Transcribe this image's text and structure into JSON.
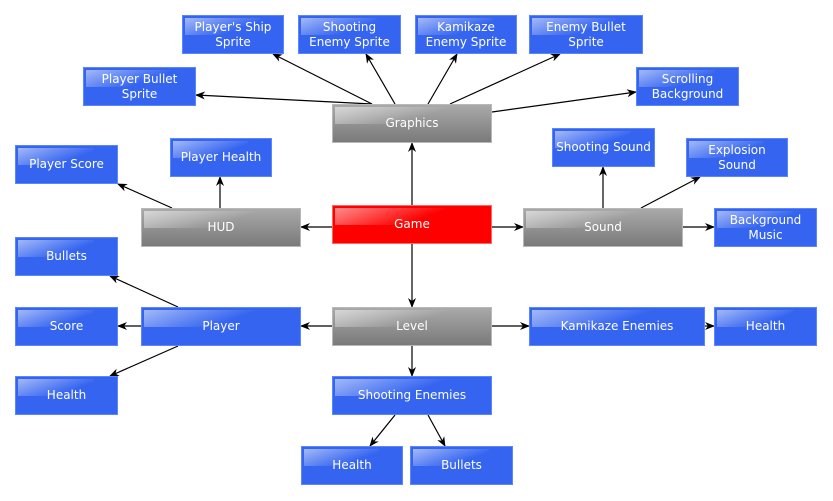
{
  "colors": {
    "blue": "#3464f0",
    "gray": "#8c8c8c",
    "red": "#ff0000",
    "edge": "#000000"
  },
  "nodes": [
    {
      "id": "game",
      "label": "Game",
      "color": "red"
    },
    {
      "id": "graphics",
      "label": "Graphics",
      "color": "gray"
    },
    {
      "id": "ship",
      "label": "Player's Ship Sprite",
      "color": "blue"
    },
    {
      "id": "shootspr",
      "label": "Shooting Enemy Sprite",
      "color": "blue"
    },
    {
      "id": "kamispr",
      "label": "Kamikaze Enemy Sprite",
      "color": "blue"
    },
    {
      "id": "ebullet",
      "label": "Enemy Bullet Sprite",
      "color": "blue"
    },
    {
      "id": "pbullet",
      "label": "Player Bullet Sprite",
      "color": "blue"
    },
    {
      "id": "scroll",
      "label": "Scrolling Background",
      "color": "blue"
    },
    {
      "id": "hud",
      "label": "HUD",
      "color": "gray"
    },
    {
      "id": "pscore",
      "label": "Player Score",
      "color": "blue"
    },
    {
      "id": "phealth",
      "label": "Player Health",
      "color": "blue"
    },
    {
      "id": "sound",
      "label": "Sound",
      "color": "gray"
    },
    {
      "id": "ssound",
      "label": "Shooting Sound",
      "color": "blue"
    },
    {
      "id": "esound",
      "label": "Explosion Sound",
      "color": "blue"
    },
    {
      "id": "bgm",
      "label": "Background Music",
      "color": "blue"
    },
    {
      "id": "level",
      "label": "Level",
      "color": "gray"
    },
    {
      "id": "player",
      "label": "Player",
      "color": "blue"
    },
    {
      "id": "plbullets",
      "label": "Bullets",
      "color": "blue"
    },
    {
      "id": "plscore",
      "label": "Score",
      "color": "blue"
    },
    {
      "id": "plhealth",
      "label": "Health",
      "color": "blue"
    },
    {
      "id": "kami",
      "label": "Kamikaze Enemies",
      "color": "blue"
    },
    {
      "id": "kamihealth",
      "label": "Health",
      "color": "blue"
    },
    {
      "id": "shoot",
      "label": "Shooting Enemies",
      "color": "blue"
    },
    {
      "id": "shoothealth",
      "label": "Health",
      "color": "blue"
    },
    {
      "id": "shootbullets",
      "label": "Bullets",
      "color": "blue"
    }
  ],
  "edges": [
    {
      "from": "game",
      "to": "graphics"
    },
    {
      "from": "game",
      "to": "hud"
    },
    {
      "from": "game",
      "to": "sound"
    },
    {
      "from": "game",
      "to": "level"
    },
    {
      "from": "graphics",
      "to": "pbullet"
    },
    {
      "from": "graphics",
      "to": "ship"
    },
    {
      "from": "graphics",
      "to": "shootspr"
    },
    {
      "from": "graphics",
      "to": "kamispr"
    },
    {
      "from": "graphics",
      "to": "ebullet"
    },
    {
      "from": "graphics",
      "to": "scroll"
    },
    {
      "from": "hud",
      "to": "pscore"
    },
    {
      "from": "hud",
      "to": "phealth"
    },
    {
      "from": "sound",
      "to": "ssound"
    },
    {
      "from": "sound",
      "to": "esound"
    },
    {
      "from": "sound",
      "to": "bgm"
    },
    {
      "from": "level",
      "to": "player"
    },
    {
      "from": "level",
      "to": "kami"
    },
    {
      "from": "level",
      "to": "shoot"
    },
    {
      "from": "player",
      "to": "plbullets"
    },
    {
      "from": "player",
      "to": "plscore"
    },
    {
      "from": "player",
      "to": "plhealth"
    },
    {
      "from": "kami",
      "to": "kamihealth"
    },
    {
      "from": "shoot",
      "to": "shoothealth"
    },
    {
      "from": "shoot",
      "to": "shootbullets"
    }
  ]
}
